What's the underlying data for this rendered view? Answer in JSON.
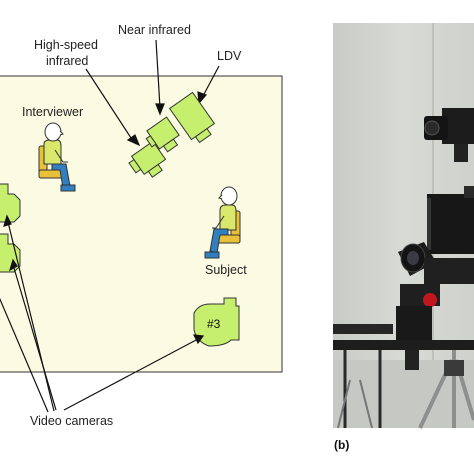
{
  "diagram": {
    "labels": {
      "near_infrared": "Near infrared",
      "high_speed_line1": "High-speed",
      "high_speed_line2": "infrared",
      "ldv": "LDV",
      "interviewer": "Interviewer",
      "subject": "Subject",
      "camera_number": "#3",
      "video_cameras": "Video cameras"
    },
    "colors": {
      "room_fill": "#fbfbe3",
      "device_fill": "#c6ef6e",
      "outline": "#333333",
      "chair": "#e9c03a",
      "body": "#d9e86a",
      "legs": "#2f7fc1",
      "head": "#ffffff"
    }
  },
  "photo": {
    "caption": "(b)",
    "colors": {
      "wall": "#d3d6d2",
      "equipment": "#1a1a1a",
      "accent": "#c0161e"
    }
  }
}
